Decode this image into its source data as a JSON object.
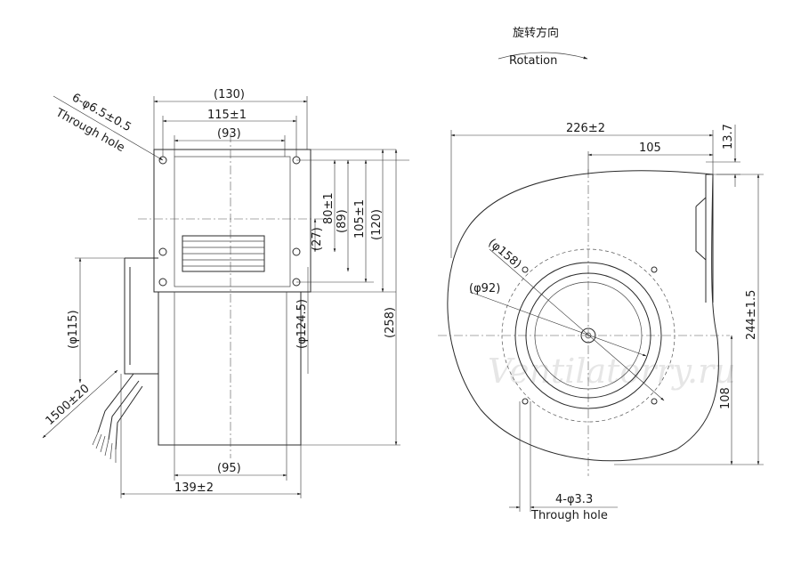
{
  "rotation": {
    "label_cn": "旋转方向",
    "label_en": "Rotation"
  },
  "side_view": {
    "mount_holes": "6-φ6.5±0.5",
    "mount_holes_note": "Through hole",
    "dim_outer_width": "(130)",
    "dim_hole_pitch": "115±1",
    "dim_inner_width": "(93)",
    "dim_27": "(27)",
    "dim_80": "80±1",
    "dim_89": "(89)",
    "dim_105": "105±1",
    "dim_120": "(120)",
    "dim_258": "(258)",
    "dim_124": "(φ124.5)",
    "dim_115": "(φ115)",
    "dim_cable": "1500±20",
    "dim_95": "(95)",
    "dim_139": "139±2"
  },
  "front_view": {
    "dim_226": "226±2",
    "dim_105": "105",
    "dim_13": "13.7",
    "dim_158": "(φ158)",
    "dim_92": "(φ92)",
    "dim_244": "244±1.5",
    "dim_108": "108",
    "holes": "4-φ3.3",
    "holes_note": "Through hole"
  },
  "watermark": "Ventilatorry.ru"
}
